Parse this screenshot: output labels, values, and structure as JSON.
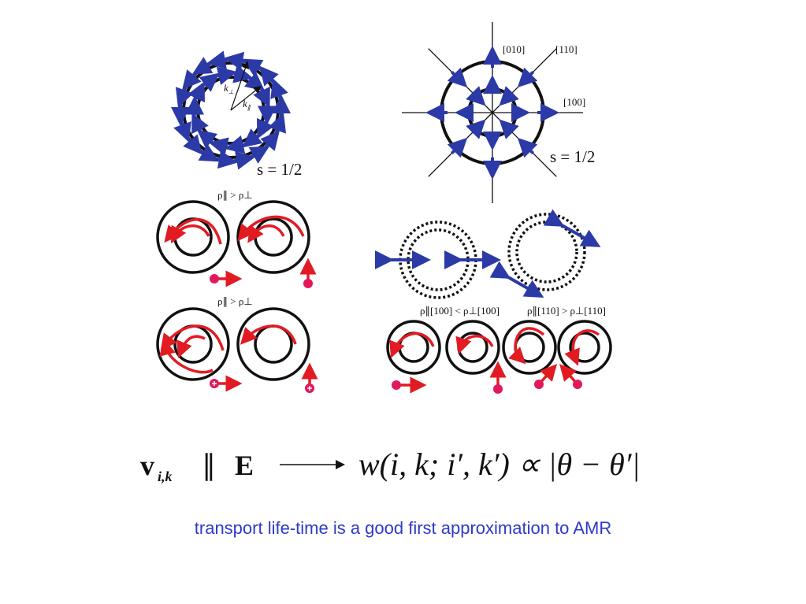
{
  "colors": {
    "ink": "#111111",
    "blue_arrow": "#2b3aa6",
    "red_arrow": "#e21b23",
    "dot": "#e2185c",
    "caption": "#2e3ac9"
  },
  "top_left_panel": {
    "k_perp_label": "k",
    "k_perp_sub": "⊥",
    "k_par_label": "k",
    "k_par_sub": "∥",
    "spin_label": "s = 1/2"
  },
  "top_right_panel": {
    "dir_010": "[010]",
    "dir_110": "[110]",
    "dir_100": "[100]",
    "spin_label": "s = 1/2"
  },
  "left_middle": {
    "rho_top": "ρ∥ > ρ⊥",
    "rho_bottom": "ρ∥ > ρ⊥"
  },
  "right_middle": {
    "rho_100": "ρ∥[100] < ρ⊥[100]",
    "rho_110": "ρ∥[110] > ρ⊥[110]"
  },
  "equation": {
    "lhs": "v",
    "lhs_sub": "i,k",
    "parallel": "∥",
    "field": "E",
    "rhs": "w(i, k; i′, k′)  ∝  |θ − θ′|"
  },
  "caption": "transport life-time is a good first approximation to AMR"
}
